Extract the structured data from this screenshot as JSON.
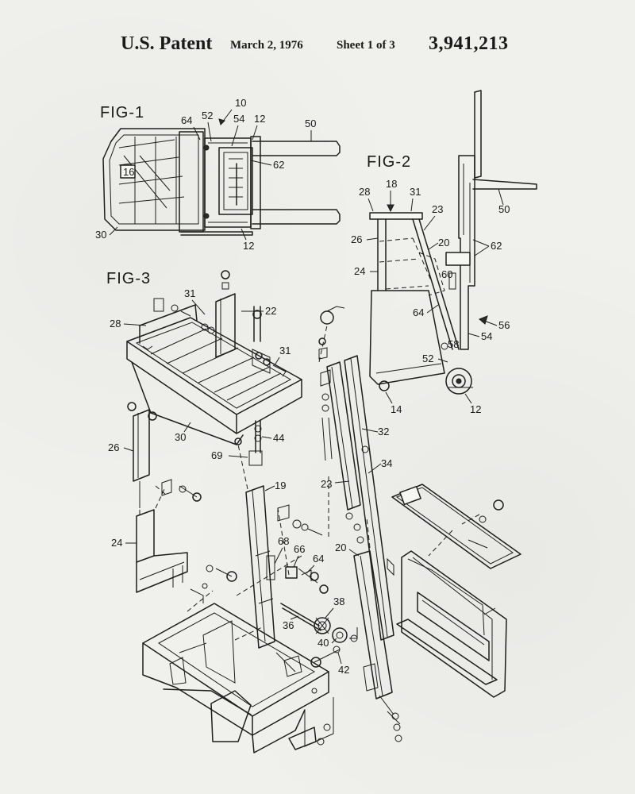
{
  "header": {
    "label": "U.S. Patent",
    "date": "March 2, 1976",
    "sheet": "Sheet 1 of 3",
    "number": "3,941,213"
  },
  "figures": {
    "fig1": {
      "title": "FIG-1",
      "refs": [
        "10",
        "64",
        "52",
        "54",
        "12",
        "50",
        "62",
        "16",
        "30",
        "12"
      ]
    },
    "fig2": {
      "title": "FIG-2",
      "refs": [
        "28",
        "18",
        "31",
        "23",
        "50",
        "26",
        "20",
        "62",
        "24",
        "60",
        "64",
        "56",
        "58",
        "54",
        "52",
        "14",
        "12"
      ]
    },
    "fig3": {
      "title": "FIG-3",
      "refs": [
        "31",
        "22",
        "28",
        "31",
        "30",
        "44",
        "69",
        "26",
        "32",
        "34",
        "23",
        "19",
        "24",
        "68",
        "66",
        "64",
        "20",
        "38",
        "36",
        "40",
        "42"
      ]
    }
  }
}
